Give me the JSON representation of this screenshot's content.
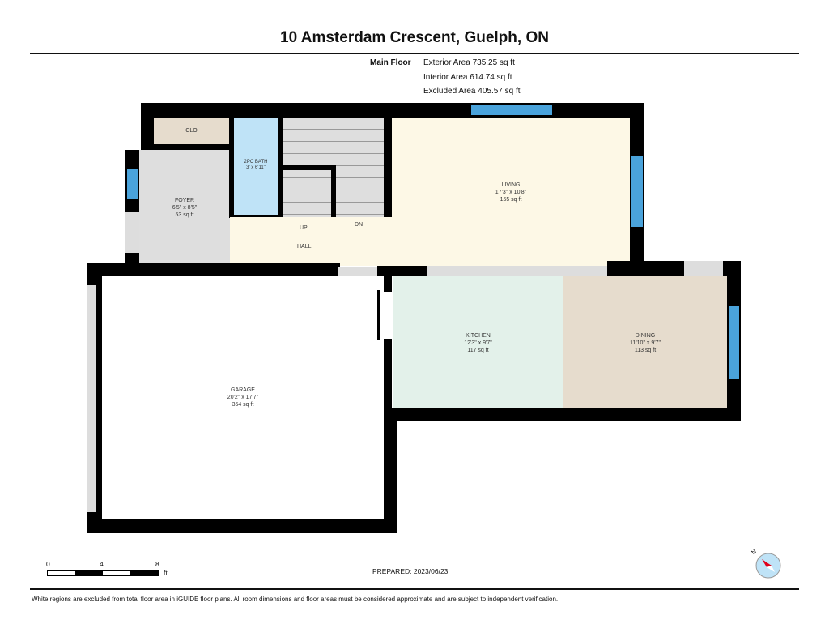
{
  "title": "10 Amsterdam Crescent, Guelph, ON",
  "floor": {
    "name": "Main Floor",
    "exterior_area": "Exterior Area 735.25 sq ft",
    "interior_area": "Interior Area 614.74 sq ft",
    "excluded_area": "Excluded Area 405.57 sq ft"
  },
  "rooms": {
    "clo": {
      "name": "CLO"
    },
    "bath": {
      "name": "2PC BATH",
      "dims": "3' x 6'11\""
    },
    "foyer": {
      "name": "FOYER",
      "dims": "6'5\" x 8'5\"",
      "area": "53 sq ft"
    },
    "living": {
      "name": "LIVING",
      "dims": "17'3\" x 10'8\"",
      "area": "155 sq ft"
    },
    "hall": {
      "name": "HALL"
    },
    "kitchen": {
      "name": "KITCHEN",
      "dims": "12'3\" x 9'7\"",
      "area": "117 sq ft"
    },
    "dining": {
      "name": "DINING",
      "dims": "11'10\" x 9'7\"",
      "area": "113 sq ft"
    },
    "garage": {
      "name": "GARAGE",
      "dims": "20'2\" x 17'7\"",
      "area": "354 sq ft"
    }
  },
  "stairs": {
    "up": "UP",
    "down": "DN"
  },
  "scale": {
    "ticks": [
      "0",
      "4",
      "8"
    ],
    "unit": "ft"
  },
  "prepared": "PREPARED: 2023/06/23",
  "compass": {
    "label": "N"
  },
  "disclaimer": "White regions are excluded from total floor area in iGUIDE floor plans. All room dimensions and floor areas must be considered approximate and are subject to independent verification.",
  "colors": {
    "wall": "#000000",
    "window": "#4aa3db",
    "foyer": "#dedede",
    "living": "#fdf8e6",
    "bath": "#bfe3f7",
    "closet": "#e6dccd",
    "kitchen": "#e3f1ea",
    "dining": "#e6dccd"
  }
}
